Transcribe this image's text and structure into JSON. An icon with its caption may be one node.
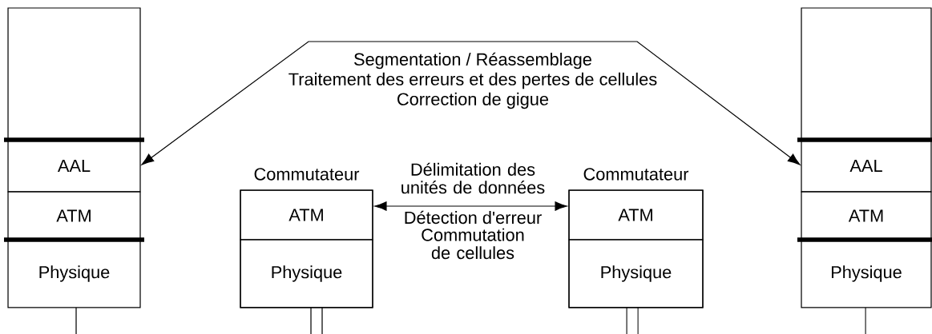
{
  "diagram": {
    "nodes": [
      {
        "text": [],
        "shape": "box"
      },
      {
        "text": [
          "AAL"
        ]
      },
      {
        "text": [
          "ATM"
        ]
      },
      {
        "text": [
          "Physique"
        ]
      },
      {
        "text": [
          "Commutateur"
        ]
      },
      {
        "text": [
          "ATM"
        ],
        "in": 4
      },
      {
        "text": [
          "Physique"
        ],
        "in": 4
      },
      {
        "text": [
          "Commutateur"
        ]
      },
      {
        "text": [
          "ATM"
        ],
        "in": 7
      },
      {
        "text": [
          "Physique"
        ],
        "in": 7
      },
      {
        "text": [],
        "shape": "box"
      },
      {
        "text": [
          "AAL"
        ]
      },
      {
        "text": [
          "ATM"
        ]
      },
      {
        "text": [
          "Physique"
        ]
      }
    ],
    "edges": [
      {
        "from": 1,
        "to": 11,
        "arrow": "both"
      },
      {
        "from": 5,
        "to": 8,
        "arrow": "both"
      }
    ],
    "labels": [
      "Segmentation / Réassemblage",
      "Traitement des erreurs et des pertes de cellules",
      "Correction de gigue",
      "Délimitation des unités de données",
      "Détection d'erreur",
      "Commutation de cellules"
    ]
  }
}
